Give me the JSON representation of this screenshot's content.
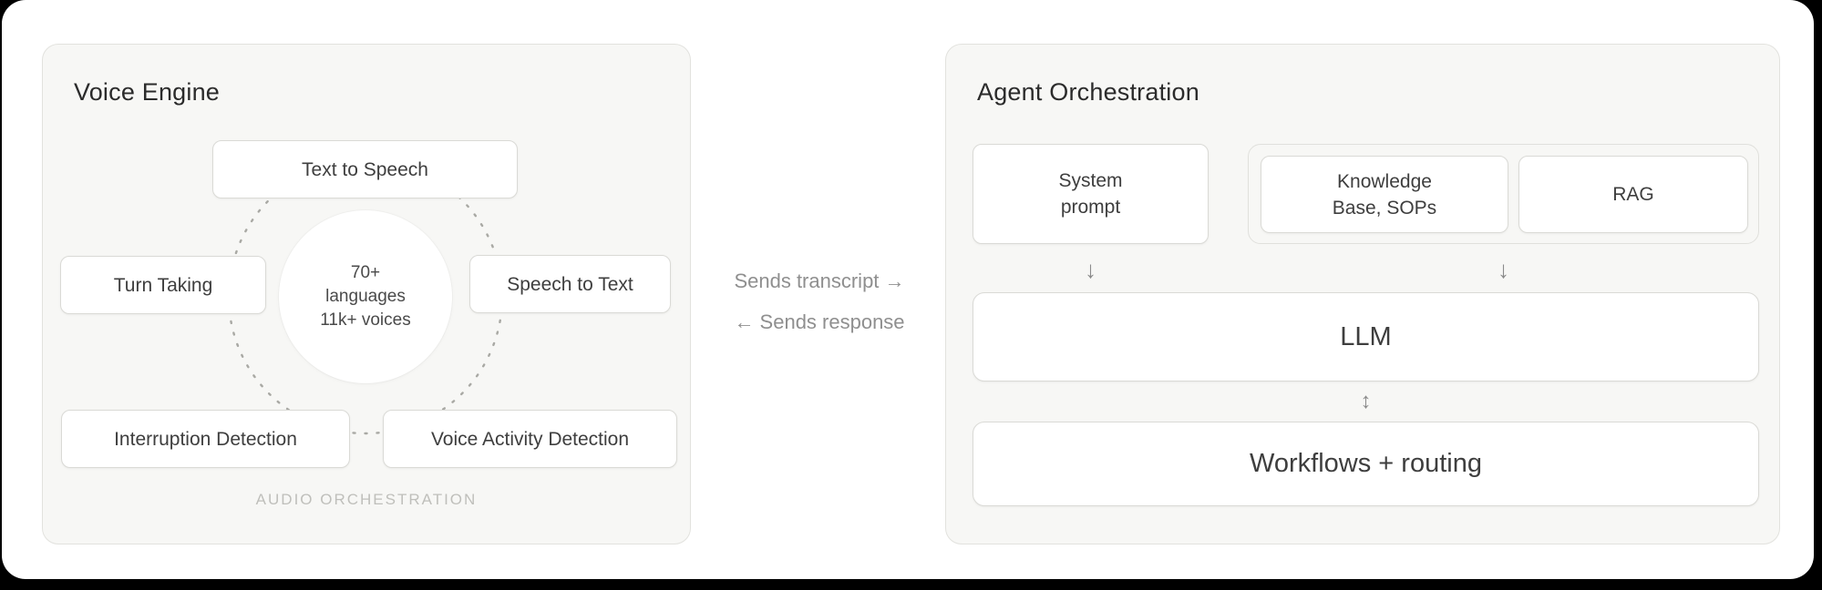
{
  "colors": {
    "page_bg": "#000000",
    "canvas_bg": "#ffffff",
    "panel_bg": "#f7f7f5",
    "panel_border": "#e2e2de",
    "node_bg": "#ffffff",
    "node_border": "#dadad6",
    "title_text": "#2b2b2b",
    "node_text": "#3e3e3e",
    "muted_text": "#8f8f8f",
    "faint_text": "#bfbfbb",
    "dotted_ring": "#a9a9a4"
  },
  "voice_engine": {
    "title": "Voice Engine",
    "text_to_speech": "Text to Speech",
    "turn_taking": "Turn Taking",
    "speech_to_text": "Speech to Text",
    "interruption_detection": "Interruption Detection",
    "voice_activity_detection": "Voice Activity Detection",
    "circle": {
      "line1": "70+",
      "line2": "languages",
      "line3": "11k+ voices"
    },
    "footer": "AUDIO ORCHESTRATION"
  },
  "connection": {
    "sends_transcript": "Sends transcript →",
    "sends_response": "← Sends response"
  },
  "agent_orchestration": {
    "title": "Agent Orchestration",
    "system_prompt": {
      "line1": "System",
      "line2": "prompt"
    },
    "knowledge_base": {
      "line1": "Knowledge",
      "line2": "Base, SOPs"
    },
    "rag": "RAG",
    "llm": "LLM",
    "workflows_routing": "Workflows + routing",
    "arrow_down": "↓",
    "arrow_updown": "↕"
  }
}
